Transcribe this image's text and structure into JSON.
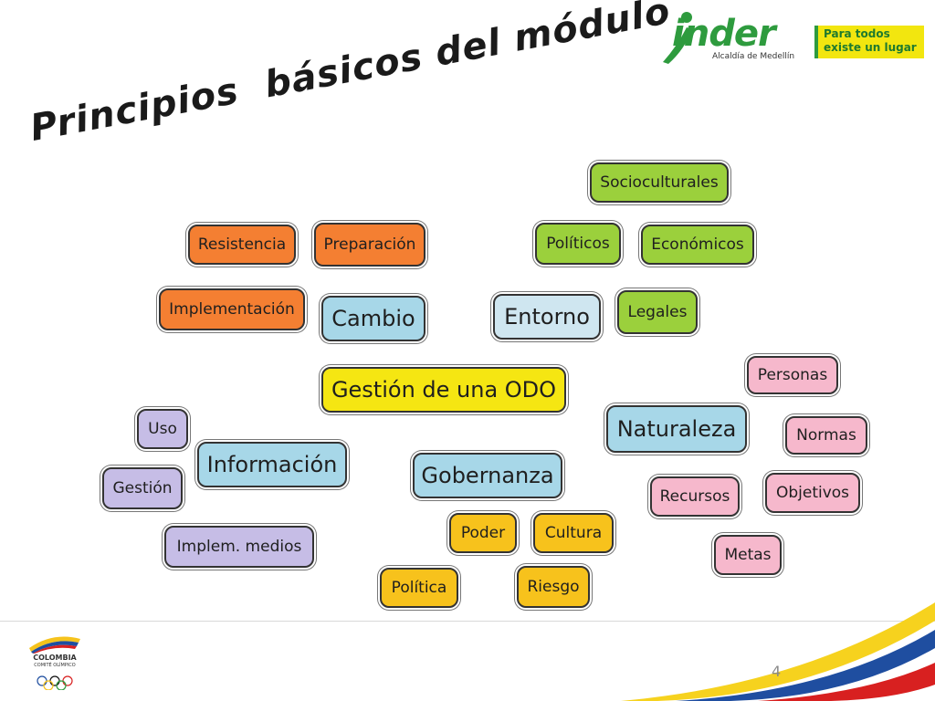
{
  "slide": {
    "title": "Principios  básicos del módulo",
    "page_number": "4"
  },
  "branding": {
    "logo_word": "inder",
    "logo_sub": "Alcaldía de Medellín",
    "slogan_line1": "Para todos",
    "slogan_line2": "existe un lugar",
    "colombia_line1": "COLOMBIA",
    "colombia_line2": "COMITÉ OLÍMPICO"
  },
  "nodes": {
    "gestion_odo": "Gestión de una ODO",
    "cambio": "Cambio",
    "resistencia": "Resistencia",
    "preparacion": "Preparación",
    "implementacion": "Implementación",
    "entorno": "Entorno",
    "socioculturales": "Socioculturales",
    "politicos": "Políticos",
    "economicos": "Económicos",
    "legales": "Legales",
    "informacion": "Información",
    "uso": "Uso",
    "gestion": "Gestión",
    "implem_medios": "Implem. medios",
    "gobernanza": "Gobernanza",
    "poder": "Poder",
    "cultura": "Cultura",
    "politica": "Política",
    "riesgo": "Riesgo",
    "naturaleza": "Naturaleza",
    "personas": "Personas",
    "normas": "Normas",
    "recursos": "Recursos",
    "objetivos": "Objetivos",
    "metas": "Metas"
  },
  "colors": {
    "cambio_group": "#f47f32",
    "entorno_group": "#9bd03c",
    "center": "#f5e612",
    "informacion_group": "#c6bde6",
    "gobernanza_group": "#f7c21c",
    "naturaleza_group": "#f6b8cc",
    "main_nodes": "#a7d7e8"
  }
}
